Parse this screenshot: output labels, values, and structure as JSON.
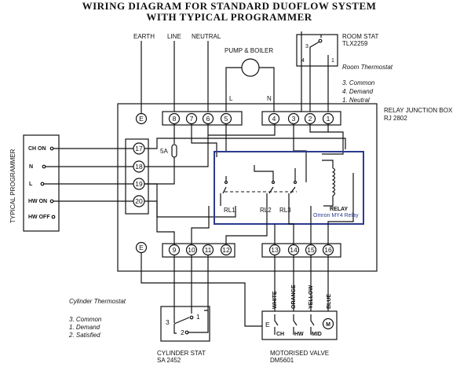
{
  "title": {
    "line1": "WIRING DIAGRAM FOR STANDARD DUOFLOW SYSTEM",
    "line2": "WITH TYPICAL PROGRAMMER"
  },
  "supply_labels": {
    "earth": "EARTH",
    "line": "LINE",
    "neutral": "NEUTRAL"
  },
  "pump": {
    "label": "PUMP & BOILER",
    "l": "L",
    "n": "N"
  },
  "room_stat": {
    "title": "ROOM STAT",
    "model": "TLX2259",
    "caption": "Room Thermostat",
    "t3": "3",
    "t4": "4",
    "t1": "1",
    "legend": [
      "3.  Common",
      "4.  Demand",
      "1.  Neutral"
    ]
  },
  "junction_box": {
    "title": "RELAY JUNCTION BOX",
    "model": "RJ 2802"
  },
  "top_terminals": [
    "E",
    "8",
    "7",
    "6",
    "5",
    "4",
    "3",
    "2",
    "1"
  ],
  "prog_terminals": [
    "17",
    "18",
    "19",
    "20"
  ],
  "fuse_label": "5A",
  "bottom_terminals": [
    "E",
    "9",
    "10",
    "11",
    "12",
    "13",
    "14",
    "15",
    "16"
  ],
  "programmer": {
    "title": "TYPICAL PROGRAMMER",
    "rows": [
      "CH ON",
      "N",
      "L",
      "HW ON",
      "HW OFF"
    ]
  },
  "relay": {
    "rl1": "RL1",
    "rl2": "RL2",
    "rl3": "RL3",
    "coil_label": "RELAY",
    "brand": "Omron MY4 Relay",
    "highlight_color": "#2b3a8f"
  },
  "cylinder_stat": {
    "caption": "Cylinder Thermostat",
    "legend": [
      "3.  Common",
      "1.  Demand",
      "2.  Satisfied"
    ],
    "t3": "3",
    "t1": "1",
    "t2": "2",
    "title": "CYLINDER STAT",
    "model": "SA 2452"
  },
  "valve": {
    "wires": [
      "WHITE",
      "ORANGE",
      "YELLOW",
      "BLUE"
    ],
    "terminals": [
      "E",
      "CH",
      "HW",
      "MID"
    ],
    "motor": "M",
    "title": "MOTORISED VALVE",
    "model": "DM5601"
  }
}
